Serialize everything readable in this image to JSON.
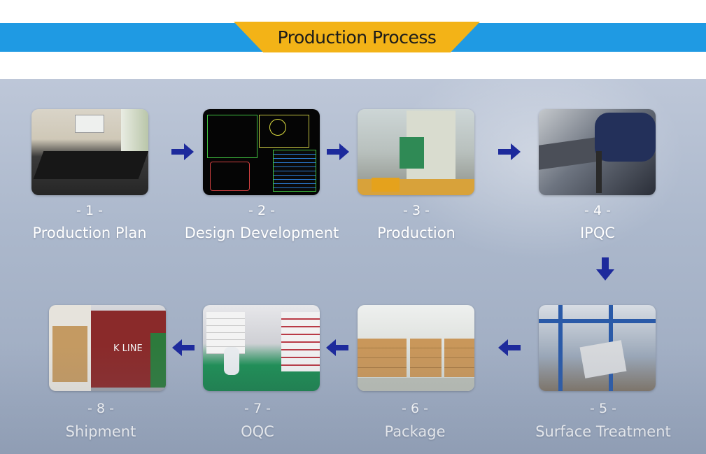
{
  "header": {
    "title": "Production Process"
  },
  "colors": {
    "band": "#1f9ae3",
    "badge": "#f3b317",
    "arrow": "#1d2a9c"
  },
  "steps": [
    {
      "number": "- 1 -",
      "label": "Production Plan"
    },
    {
      "number": "- 2 -",
      "label": "Design Development"
    },
    {
      "number": "- 3 -",
      "label": "Production"
    },
    {
      "number": "- 4 -",
      "label": "IPQC"
    },
    {
      "number": "- 5 -",
      "label": "Surface Treatment"
    },
    {
      "number": "- 6 -",
      "label": "Package"
    },
    {
      "number": "- 7 -",
      "label": "OQC"
    },
    {
      "number": "- 8 -",
      "label": "Shipment"
    }
  ],
  "photo_texts": {
    "container_brand": "K LINE"
  }
}
